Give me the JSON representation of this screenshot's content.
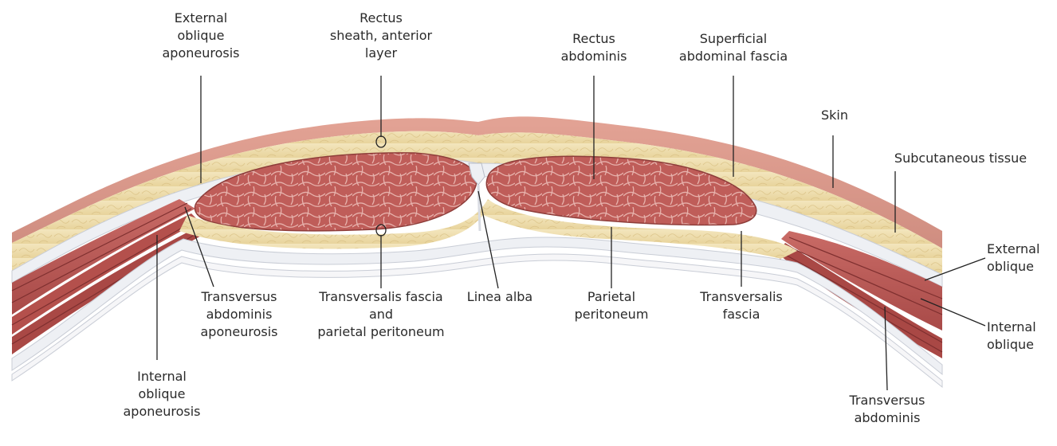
{
  "labels": {
    "ext_obl_apo": [
      "External",
      "oblique",
      "aponeurosis"
    ],
    "rectus_sheath_ant": [
      "Rectus",
      "sheath, anterior",
      "layer"
    ],
    "rectus_abdominis": [
      "Rectus",
      "abdominis"
    ],
    "superficial_fascia": [
      "Superficial",
      "abdominal fascia"
    ],
    "skin": [
      "Skin"
    ],
    "subcutaneous": [
      "Subcutaneous tissue"
    ],
    "external_oblique": [
      "External",
      "oblique"
    ],
    "internal_oblique": [
      "Internal",
      "oblique"
    ],
    "transversus_abdominis": [
      "Transversus",
      "abdominis"
    ],
    "transversalis_fascia": [
      "Transversalis",
      "fascia"
    ],
    "parietal_peritoneum": [
      "Parietal",
      "peritoneum"
    ],
    "linea_alba": [
      "Linea alba"
    ],
    "transversalis_and_peritoneum": [
      "Transversalis fascia",
      "and",
      "parietal peritoneum"
    ],
    "transversus_apo": [
      "Transversus",
      "abdominis",
      "aponeurosis"
    ],
    "int_obl_apo": [
      "Internal",
      "oblique",
      "aponeurosis"
    ]
  },
  "colors": {
    "skin": "#d99a8c",
    "fat": "#f0dfae",
    "fascia": "#eceef2",
    "muscle": "#c0605c",
    "muscle_dark": "#9c3f3e",
    "leader": "#222222"
  }
}
